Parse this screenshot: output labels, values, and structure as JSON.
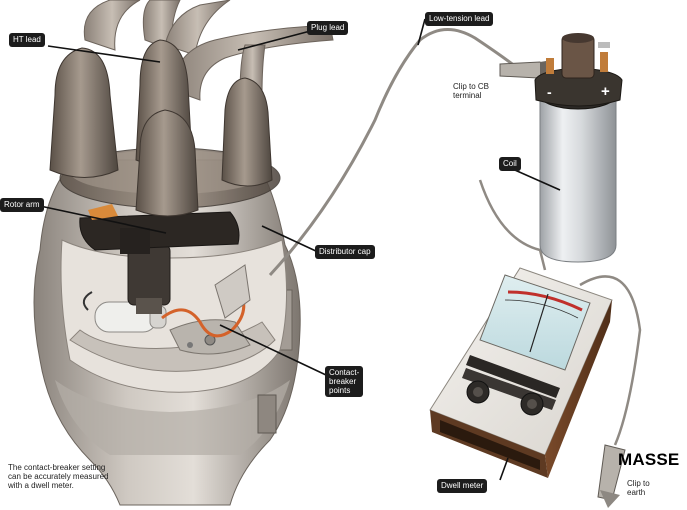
{
  "labels": {
    "ht_lead": "HT lead",
    "plug_lead": "Plug lead",
    "low_tension_lead": "Low-tension lead",
    "clip_to_cb_terminal": "Clip to CB\nterminal",
    "coil": "Coil",
    "rotor_arm": "Rotor arm",
    "distributor_cap": "Distributor cap",
    "contact_breaker_points": "Contact-\nbreaker\npoints",
    "dwell_meter": "Dwell meter",
    "clip_to_earth": "Clip to\nearth",
    "masse": "MASSE",
    "coil_minus": "-",
    "coil_plus": "+"
  },
  "caption": "The contact-breaker setting\ncan be accurately measured\nwith a dwell meter."
}
